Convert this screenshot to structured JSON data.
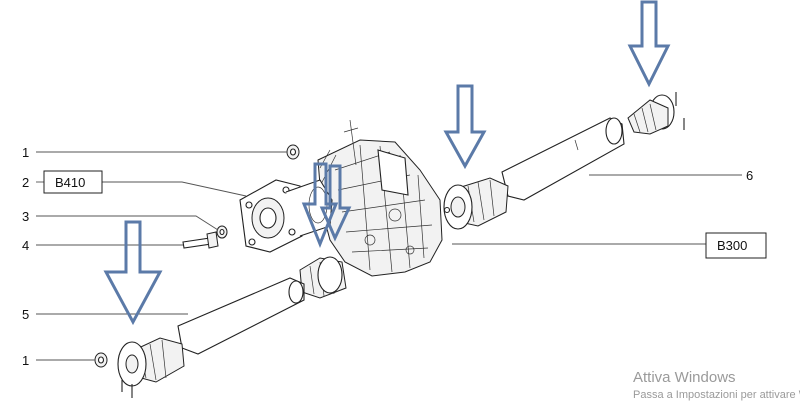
{
  "callouts": {
    "c1_top": "1",
    "c2": "2",
    "c3": "3",
    "c4": "4",
    "c5": "5",
    "c1_bottom": "1",
    "c6": "6"
  },
  "boxes": {
    "b410": "B410",
    "b300": "B300"
  },
  "watermark": {
    "title": "Attiva Windows",
    "subtitle": "Passa a Impostazioni per attivare Windows."
  },
  "colors": {
    "arrow": "#5b7aa8",
    "lines": "#222222",
    "watermark": "#9a9a9a"
  }
}
